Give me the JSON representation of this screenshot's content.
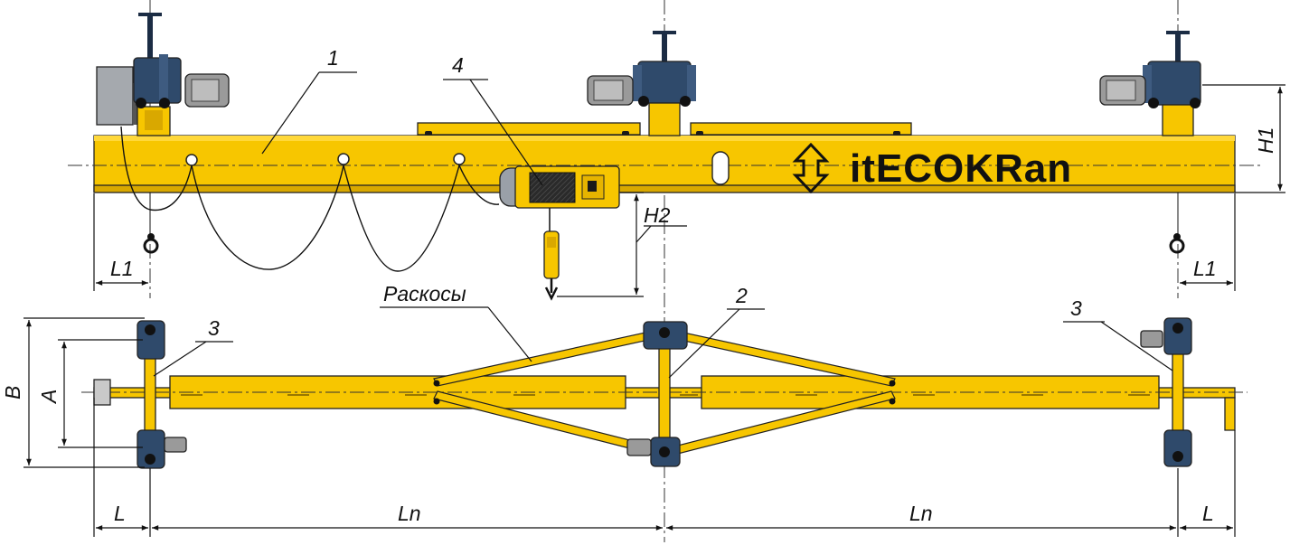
{
  "colors": {
    "yellow": "#f7c600",
    "yellow_dark": "#d9a800",
    "navy": "#2f4a6b",
    "grey": "#9a9a9a",
    "black": "#111111"
  },
  "labels": {
    "part_1": "1",
    "part_2": "2",
    "part_3_left": "3",
    "part_3_right": "3",
    "part_4": "4",
    "braces": "Раскосы",
    "brand": "itECOKRan",
    "h1": "H1",
    "h2": "H2",
    "l1_left": "L1",
    "l1_right": "L1",
    "l_left": "L",
    "l_right": "L",
    "ln_left": "Ln",
    "ln_right": "Ln",
    "b": "B",
    "a": "A"
  },
  "icons": {
    "logo_mark": "double-arrow-icon"
  }
}
